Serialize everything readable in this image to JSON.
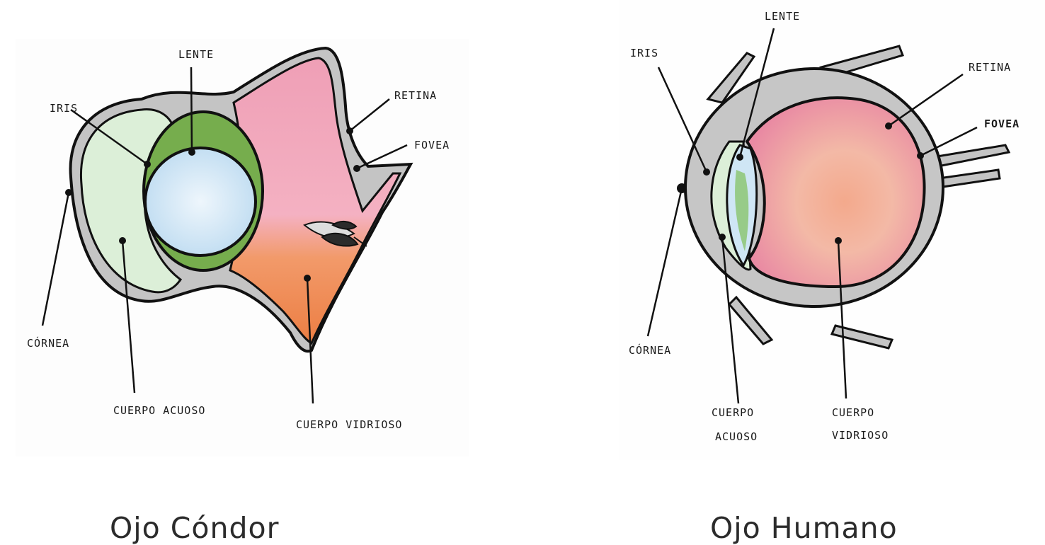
{
  "condor": {
    "caption": "Ojo Cóndor",
    "labels": {
      "lente": "LENTE",
      "iris": "IRIS",
      "retina": "RETINA",
      "fovea": "FOVEA",
      "cornea": "CÓRNEA",
      "acuoso": "CUERPO ACUOSO",
      "vitreo": "CUERPO VIDRIOSO"
    }
  },
  "human": {
    "caption": "Ojo Humano",
    "labels": {
      "lente": "LENTE",
      "iris": "IRIS",
      "retina": "RETINA",
      "fovea": "FOVEA",
      "cornea": "CÓRNEA",
      "acuoso_1": "CUERPO",
      "acuoso_2": "ACUOSO",
      "vitreo_1": "CUERPO",
      "vitreo_2": "VIDRIOSO"
    }
  },
  "colors": {
    "outline": "#111111",
    "sclera": "#bdbdbd",
    "aqueous": "#dcefd8",
    "lens_ring": "#6fa84a",
    "lens": "#cfe6f5",
    "vitreous_pink": "#ef9fb6",
    "vitreous_orange": "#ef8a52",
    "human_vitreous": "#ee9eb0"
  }
}
